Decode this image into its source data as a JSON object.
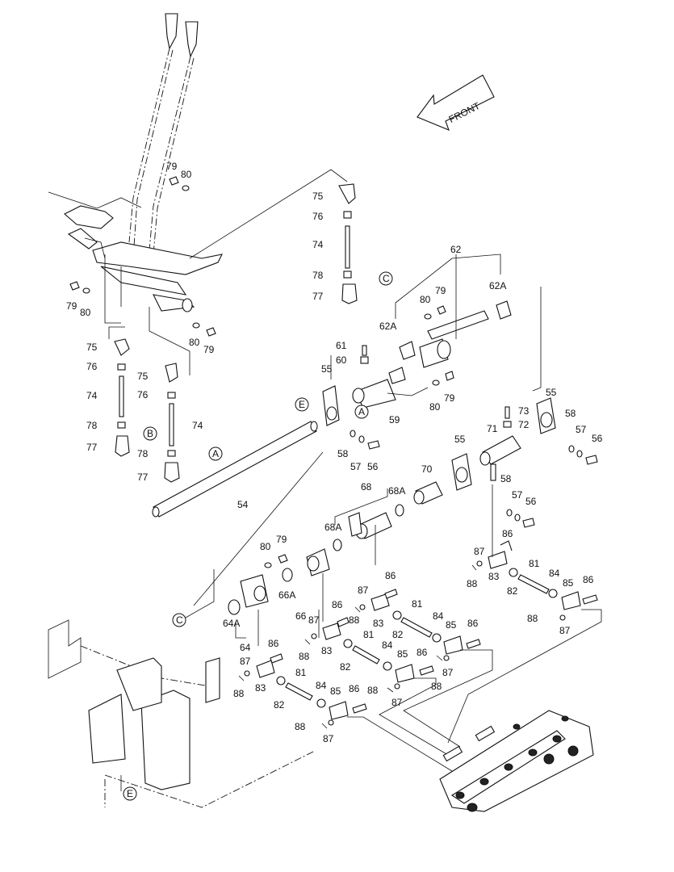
{
  "front_label": "FRONT",
  "labels": [
    {
      "id": "l79a",
      "text": "79"
    },
    {
      "id": "l80a",
      "text": "80"
    },
    {
      "id": "l79b",
      "text": "79"
    },
    {
      "id": "l80b",
      "text": "80"
    },
    {
      "id": "l80c",
      "text": "80"
    },
    {
      "id": "l79c",
      "text": "79"
    },
    {
      "id": "l75a",
      "text": "75"
    },
    {
      "id": "l76a",
      "text": "76"
    },
    {
      "id": "l74a",
      "text": "74"
    },
    {
      "id": "l78a",
      "text": "78"
    },
    {
      "id": "l77a",
      "text": "77"
    },
    {
      "id": "l75b",
      "text": "75"
    },
    {
      "id": "l76b",
      "text": "76"
    },
    {
      "id": "l74b",
      "text": "74"
    },
    {
      "id": "l78b",
      "text": "78"
    },
    {
      "id": "l77b",
      "text": "77"
    },
    {
      "id": "l75c",
      "text": "75"
    },
    {
      "id": "l76c",
      "text": "76"
    },
    {
      "id": "l74c",
      "text": "74"
    },
    {
      "id": "l78c",
      "text": "78"
    },
    {
      "id": "l77c",
      "text": "77"
    },
    {
      "id": "l62",
      "text": "62"
    },
    {
      "id": "l62A1",
      "text": "62A"
    },
    {
      "id": "l62A2",
      "text": "62A"
    },
    {
      "id": "l80d",
      "text": "80"
    },
    {
      "id": "l79d",
      "text": "79"
    },
    {
      "id": "l61",
      "text": "61"
    },
    {
      "id": "l60",
      "text": "60"
    },
    {
      "id": "l55a",
      "text": "55"
    },
    {
      "id": "l59",
      "text": "59"
    },
    {
      "id": "l80e",
      "text": "80"
    },
    {
      "id": "l79e",
      "text": "79"
    },
    {
      "id": "l58a",
      "text": "58"
    },
    {
      "id": "l57a",
      "text": "57"
    },
    {
      "id": "l56a",
      "text": "56"
    },
    {
      "id": "l54",
      "text": "54"
    },
    {
      "id": "l55b",
      "text": "55"
    },
    {
      "id": "l73",
      "text": "73"
    },
    {
      "id": "l72",
      "text": "72"
    },
    {
      "id": "l71",
      "text": "71"
    },
    {
      "id": "l58b",
      "text": "58"
    },
    {
      "id": "l57b",
      "text": "57"
    },
    {
      "id": "l56b",
      "text": "56"
    },
    {
      "id": "l55c",
      "text": "55"
    },
    {
      "id": "l70",
      "text": "70"
    },
    {
      "id": "l58c",
      "text": "58"
    },
    {
      "id": "l57c",
      "text": "57"
    },
    {
      "id": "l56c",
      "text": "56"
    },
    {
      "id": "l68",
      "text": "68"
    },
    {
      "id": "l68A1",
      "text": "68A"
    },
    {
      "id": "l68A2",
      "text": "68A"
    },
    {
      "id": "l80f",
      "text": "80"
    },
    {
      "id": "l79f",
      "text": "79"
    },
    {
      "id": "l66A",
      "text": "66A"
    },
    {
      "id": "l66",
      "text": "66"
    },
    {
      "id": "l64A",
      "text": "64A"
    },
    {
      "id": "l64",
      "text": "64"
    },
    {
      "id": "l86a",
      "text": "86"
    },
    {
      "id": "l87a",
      "text": "87"
    },
    {
      "id": "l88a",
      "text": "88"
    },
    {
      "id": "l83a",
      "text": "83"
    },
    {
      "id": "l81a",
      "text": "81"
    },
    {
      "id": "l84a",
      "text": "84"
    },
    {
      "id": "l82a",
      "text": "82"
    },
    {
      "id": "l85a",
      "text": "85"
    },
    {
      "id": "l86b",
      "text": "86"
    },
    {
      "id": "l88b",
      "text": "88"
    },
    {
      "id": "l87b",
      "text": "87"
    },
    {
      "id": "l87c",
      "text": "87"
    },
    {
      "id": "l86c",
      "text": "86"
    },
    {
      "id": "l88c",
      "text": "88"
    },
    {
      "id": "l81b",
      "text": "81"
    },
    {
      "id": "l84b",
      "text": "84"
    },
    {
      "id": "l83b",
      "text": "83"
    },
    {
      "id": "l82b",
      "text": "82"
    },
    {
      "id": "l85b",
      "text": "85"
    },
    {
      "id": "l86d",
      "text": "86"
    },
    {
      "id": "l86e",
      "text": "86"
    },
    {
      "id": "l87d",
      "text": "87"
    },
    {
      "id": "l88d",
      "text": "88"
    },
    {
      "id": "l83c",
      "text": "83"
    },
    {
      "id": "l81c",
      "text": "81"
    },
    {
      "id": "l84c",
      "text": "84"
    },
    {
      "id": "l82c",
      "text": "82"
    },
    {
      "id": "l85c",
      "text": "85"
    },
    {
      "id": "l86f",
      "text": "86"
    },
    {
      "id": "l87e",
      "text": "87"
    },
    {
      "id": "l88e",
      "text": "88"
    },
    {
      "id": "l86g",
      "text": "86"
    },
    {
      "id": "l87f",
      "text": "87"
    },
    {
      "id": "l88f",
      "text": "88"
    },
    {
      "id": "l83d",
      "text": "83"
    },
    {
      "id": "l81d",
      "text": "81"
    },
    {
      "id": "l84d",
      "text": "84"
    },
    {
      "id": "l82d",
      "text": "82"
    },
    {
      "id": "l85d",
      "text": "85"
    },
    {
      "id": "l86h",
      "text": "86"
    },
    {
      "id": "l88g",
      "text": "88"
    },
    {
      "id": "l87g",
      "text": "87"
    },
    {
      "id": "l88h",
      "text": "88"
    },
    {
      "id": "l87h",
      "text": "87"
    }
  ],
  "callouts": [
    {
      "id": "cA1",
      "text": "A"
    },
    {
      "id": "cA2",
      "text": "A"
    },
    {
      "id": "cB",
      "text": "B"
    },
    {
      "id": "cC1",
      "text": "C"
    },
    {
      "id": "cC2",
      "text": "C"
    },
    {
      "id": "cE1",
      "text": "E"
    },
    {
      "id": "cE2",
      "text": "E"
    }
  ]
}
